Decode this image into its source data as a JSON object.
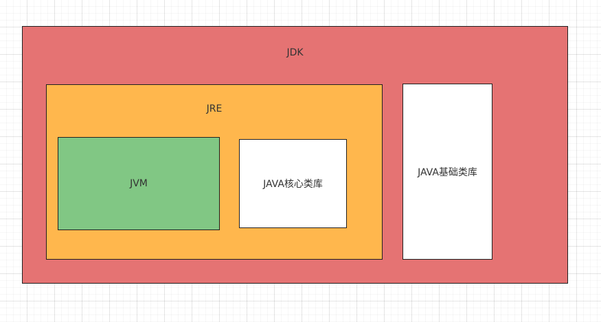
{
  "colors": {
    "jdk_fill": "#e57373",
    "jre_fill": "#ffb74d",
    "jvm_fill": "#81c784",
    "library_fill": "#ffffff",
    "border": "#1f1f1f",
    "text": "#333333"
  },
  "diagram": {
    "jdk": {
      "label": "JDK"
    },
    "jre": {
      "label": "JRE"
    },
    "jvm": {
      "label": "JVM"
    },
    "core_library": {
      "label": "JAVA核心类库"
    },
    "base_library": {
      "label": "JAVA基础类库"
    }
  }
}
